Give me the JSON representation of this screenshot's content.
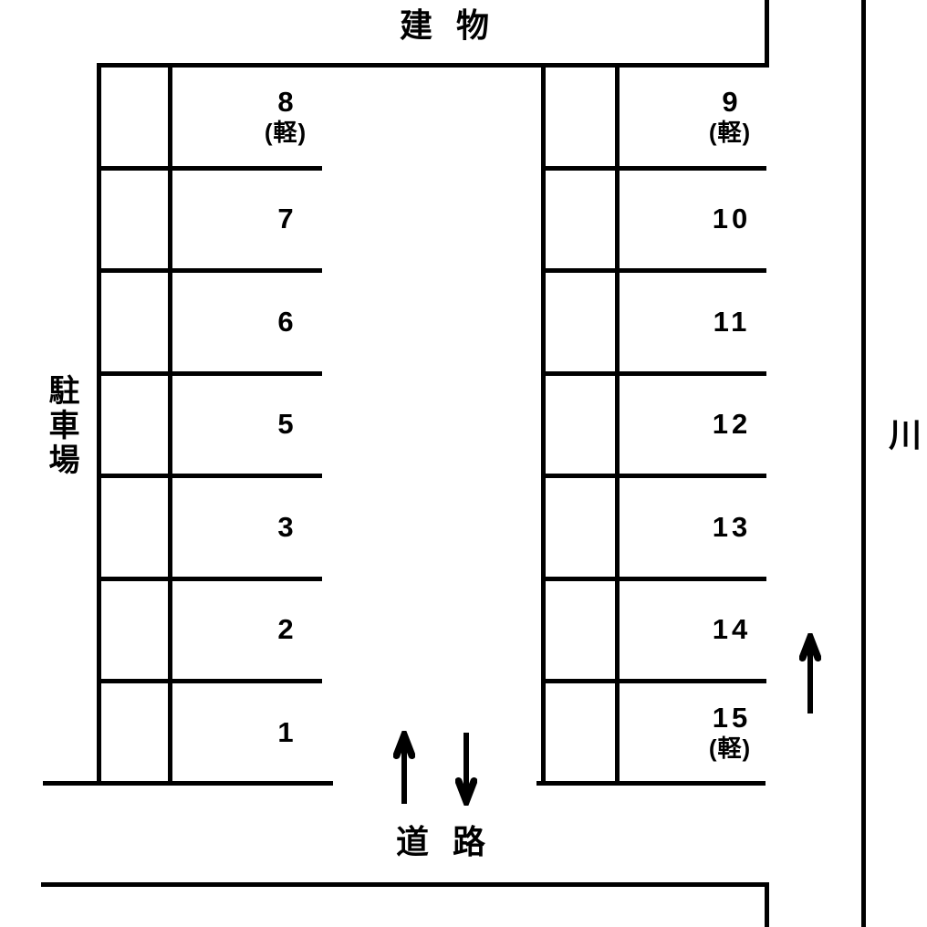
{
  "diagram": {
    "building_label": "建 物",
    "parking_lot_label": "駐車場",
    "river_label": "川",
    "road_label": "道 路",
    "left_spaces": [
      {
        "num": "8",
        "note": "(軽)"
      },
      {
        "num": "7",
        "note": ""
      },
      {
        "num": "6",
        "note": ""
      },
      {
        "num": "5",
        "note": ""
      },
      {
        "num": "3",
        "note": ""
      },
      {
        "num": "2",
        "note": ""
      },
      {
        "num": "1",
        "note": ""
      }
    ],
    "right_spaces": [
      {
        "num": "9",
        "note": "(軽)"
      },
      {
        "num": "10",
        "note": ""
      },
      {
        "num": "11",
        "note": ""
      },
      {
        "num": "12",
        "note": ""
      },
      {
        "num": "13",
        "note": ""
      },
      {
        "num": "14",
        "note": ""
      },
      {
        "num": "15",
        "note": "(軽)"
      }
    ],
    "icons": {
      "road_up_arrow": "up-arrow",
      "road_down_arrow": "down-arrow",
      "side_lane_up_arrow": "up-arrow"
    },
    "colors": {
      "line": "#000000",
      "background": "#ffffff",
      "text": "#000000"
    }
  }
}
